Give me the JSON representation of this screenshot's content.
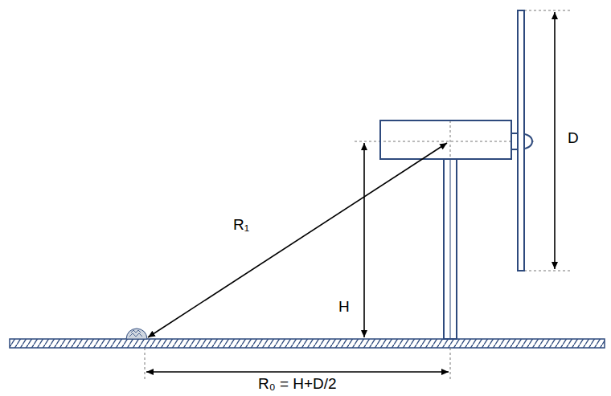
{
  "diagram": {
    "labels": [
      "D",
      "R₁",
      "H",
      "R₀ = H+D/2"
    ]
  }
}
